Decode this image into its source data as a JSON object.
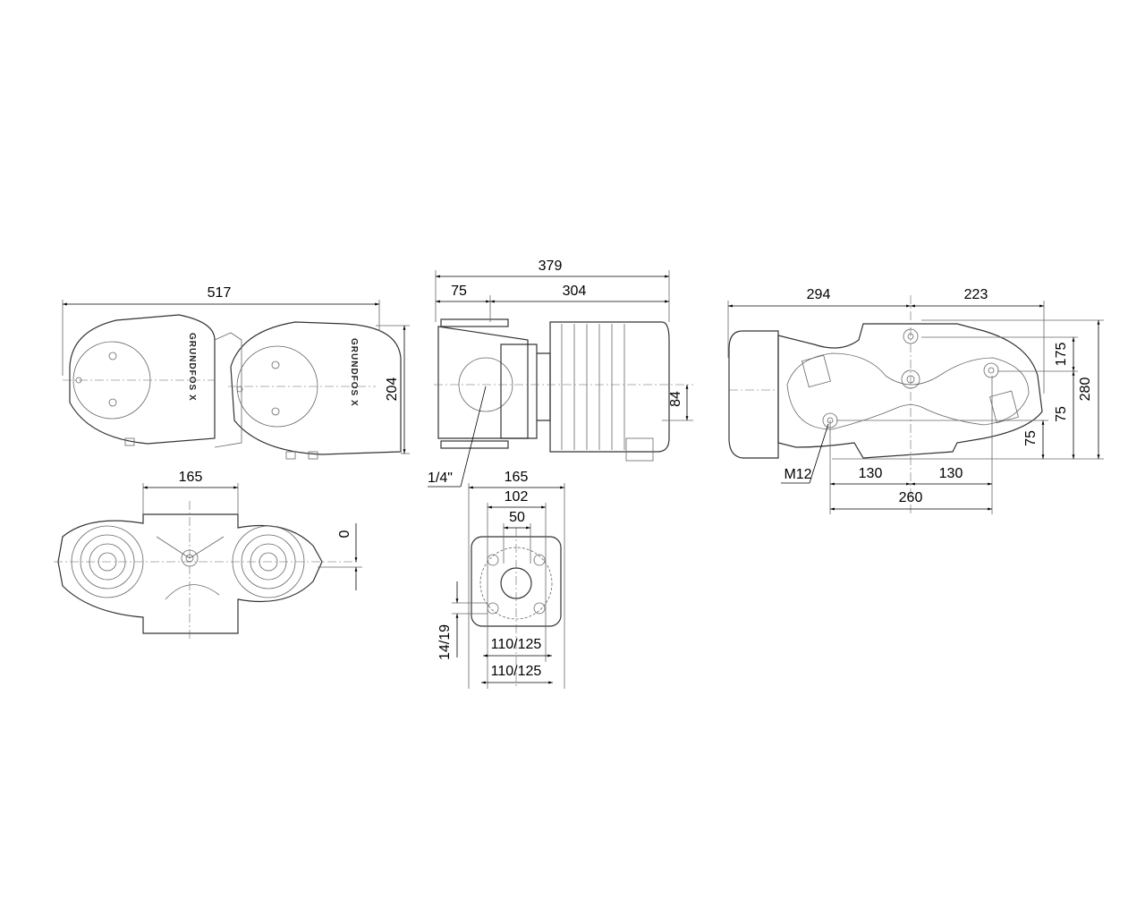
{
  "logo_text": "GRUNDFOS X",
  "front_view": {
    "width": "517",
    "height": "204"
  },
  "top_view": {
    "flange_width": "165",
    "offset": "0"
  },
  "side_view": {
    "overall_length": "379",
    "flange_to_axis": "75",
    "motor_length": "304",
    "axis_height": "84",
    "vent_thread": "1/4\""
  },
  "flange_view": {
    "outer": "165",
    "bolt_circle_inner": "102",
    "bore": "50",
    "hole_dia": "14/19",
    "bolt_circle_a": "110/125",
    "bolt_circle_b": "110/125"
  },
  "rear_view": {
    "left_length": "294",
    "right_length": "223",
    "total_height": "280",
    "upper_height": "175",
    "mid_height": "75",
    "foot_height": "75",
    "foot_thread": "M12",
    "left_foot": "130",
    "right_foot": "130",
    "foot_span": "260"
  }
}
